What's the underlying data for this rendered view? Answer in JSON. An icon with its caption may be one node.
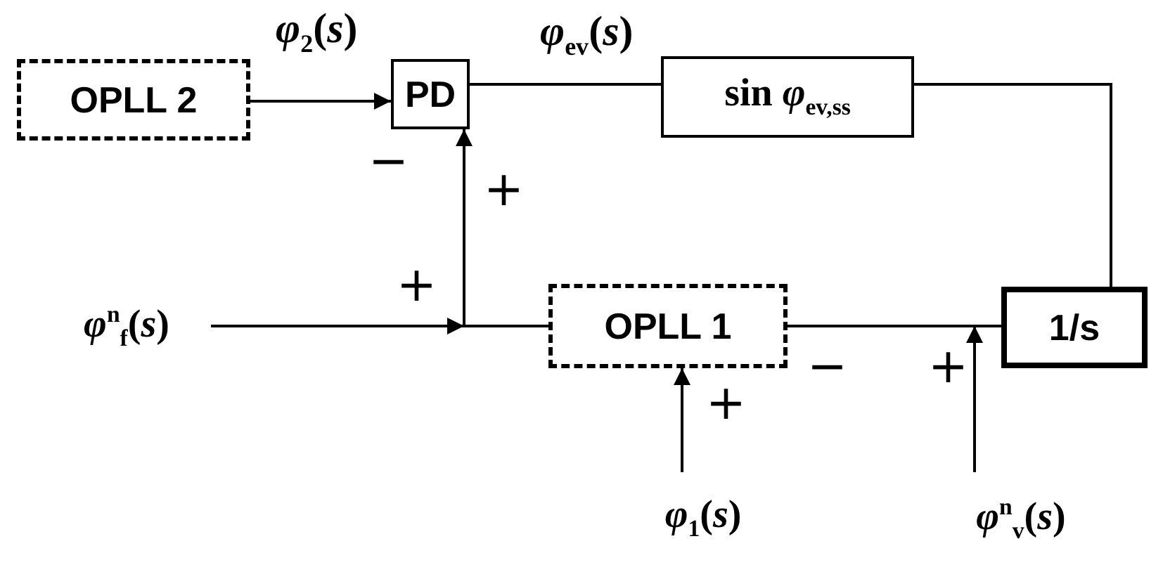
{
  "diagram": {
    "nodes": [
      {
        "text": [
          "OPLL 2"
        ]
      },
      {
        "text": [
          "PD"
        ]
      },
      {
        "text": [
          "sin *φ*$_{ev,ss}$"
        ]
      },
      {
        "text": [
          "*φ*$^{n}$$_{f}$(*s*)"
        ]
      },
      {
        "text": [
          "OPLL 1"
        ]
      },
      {
        "text": [
          "1/s"
        ]
      },
      {
        "text": [
          "*φ*$_{1}$(*s*)"
        ]
      },
      {
        "text": [
          "*φ*$^{n}$$_{v}$(*s*)"
        ]
      }
    ],
    "edges": [
      {
        "from": 0,
        "to": 1,
        "arrow": "to",
        "label": "*φ*$_{2}$(*s*)"
      },
      {
        "from": 1,
        "to": 2,
        "arrow": "none",
        "label": "*φ*$_{ev}$(*s*)"
      },
      {
        "from": 2,
        "to": 5,
        "arrow": "none"
      },
      {
        "from": 3,
        "to": 1,
        "arrow": "to"
      },
      {
        "from": 3,
        "to": 4,
        "arrow": "none"
      },
      {
        "from": 6,
        "to": 4,
        "arrow": "to"
      },
      {
        "from": 4,
        "to": 5,
        "arrow": "none"
      },
      {
        "from": 7,
        "to": 5,
        "arrow": "to"
      }
    ],
    "labels": [
      "−",
      "+",
      "+",
      "+",
      "−",
      "+"
    ]
  }
}
